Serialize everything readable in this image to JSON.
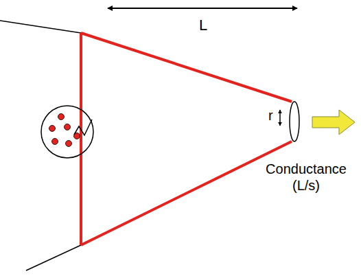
{
  "diagram": {
    "labels": [
      "L",
      "r",
      "Conductance (L/s)"
    ]
  }
}
